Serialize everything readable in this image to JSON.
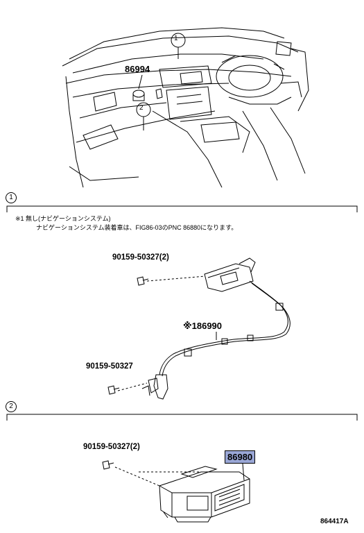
{
  "overview": {
    "part_label": "86994",
    "callouts": [
      "1",
      "2"
    ]
  },
  "section1": {
    "marker": "1",
    "note_line1": "※1 無し(ナビゲーションシステム)",
    "note_line2": "ナビゲーションシステム装着車は、FIG86-03のPNC 86880になります。",
    "bolt_top": "90159-50327(2)",
    "harness": "※186990",
    "bolt_bottom": "90159-50327"
  },
  "section2": {
    "marker": "2",
    "bolt": "90159-50327(2)",
    "part_highlight": "86980",
    "highlight_color": "#9aa7d6"
  },
  "figure_ref": "864417A"
}
